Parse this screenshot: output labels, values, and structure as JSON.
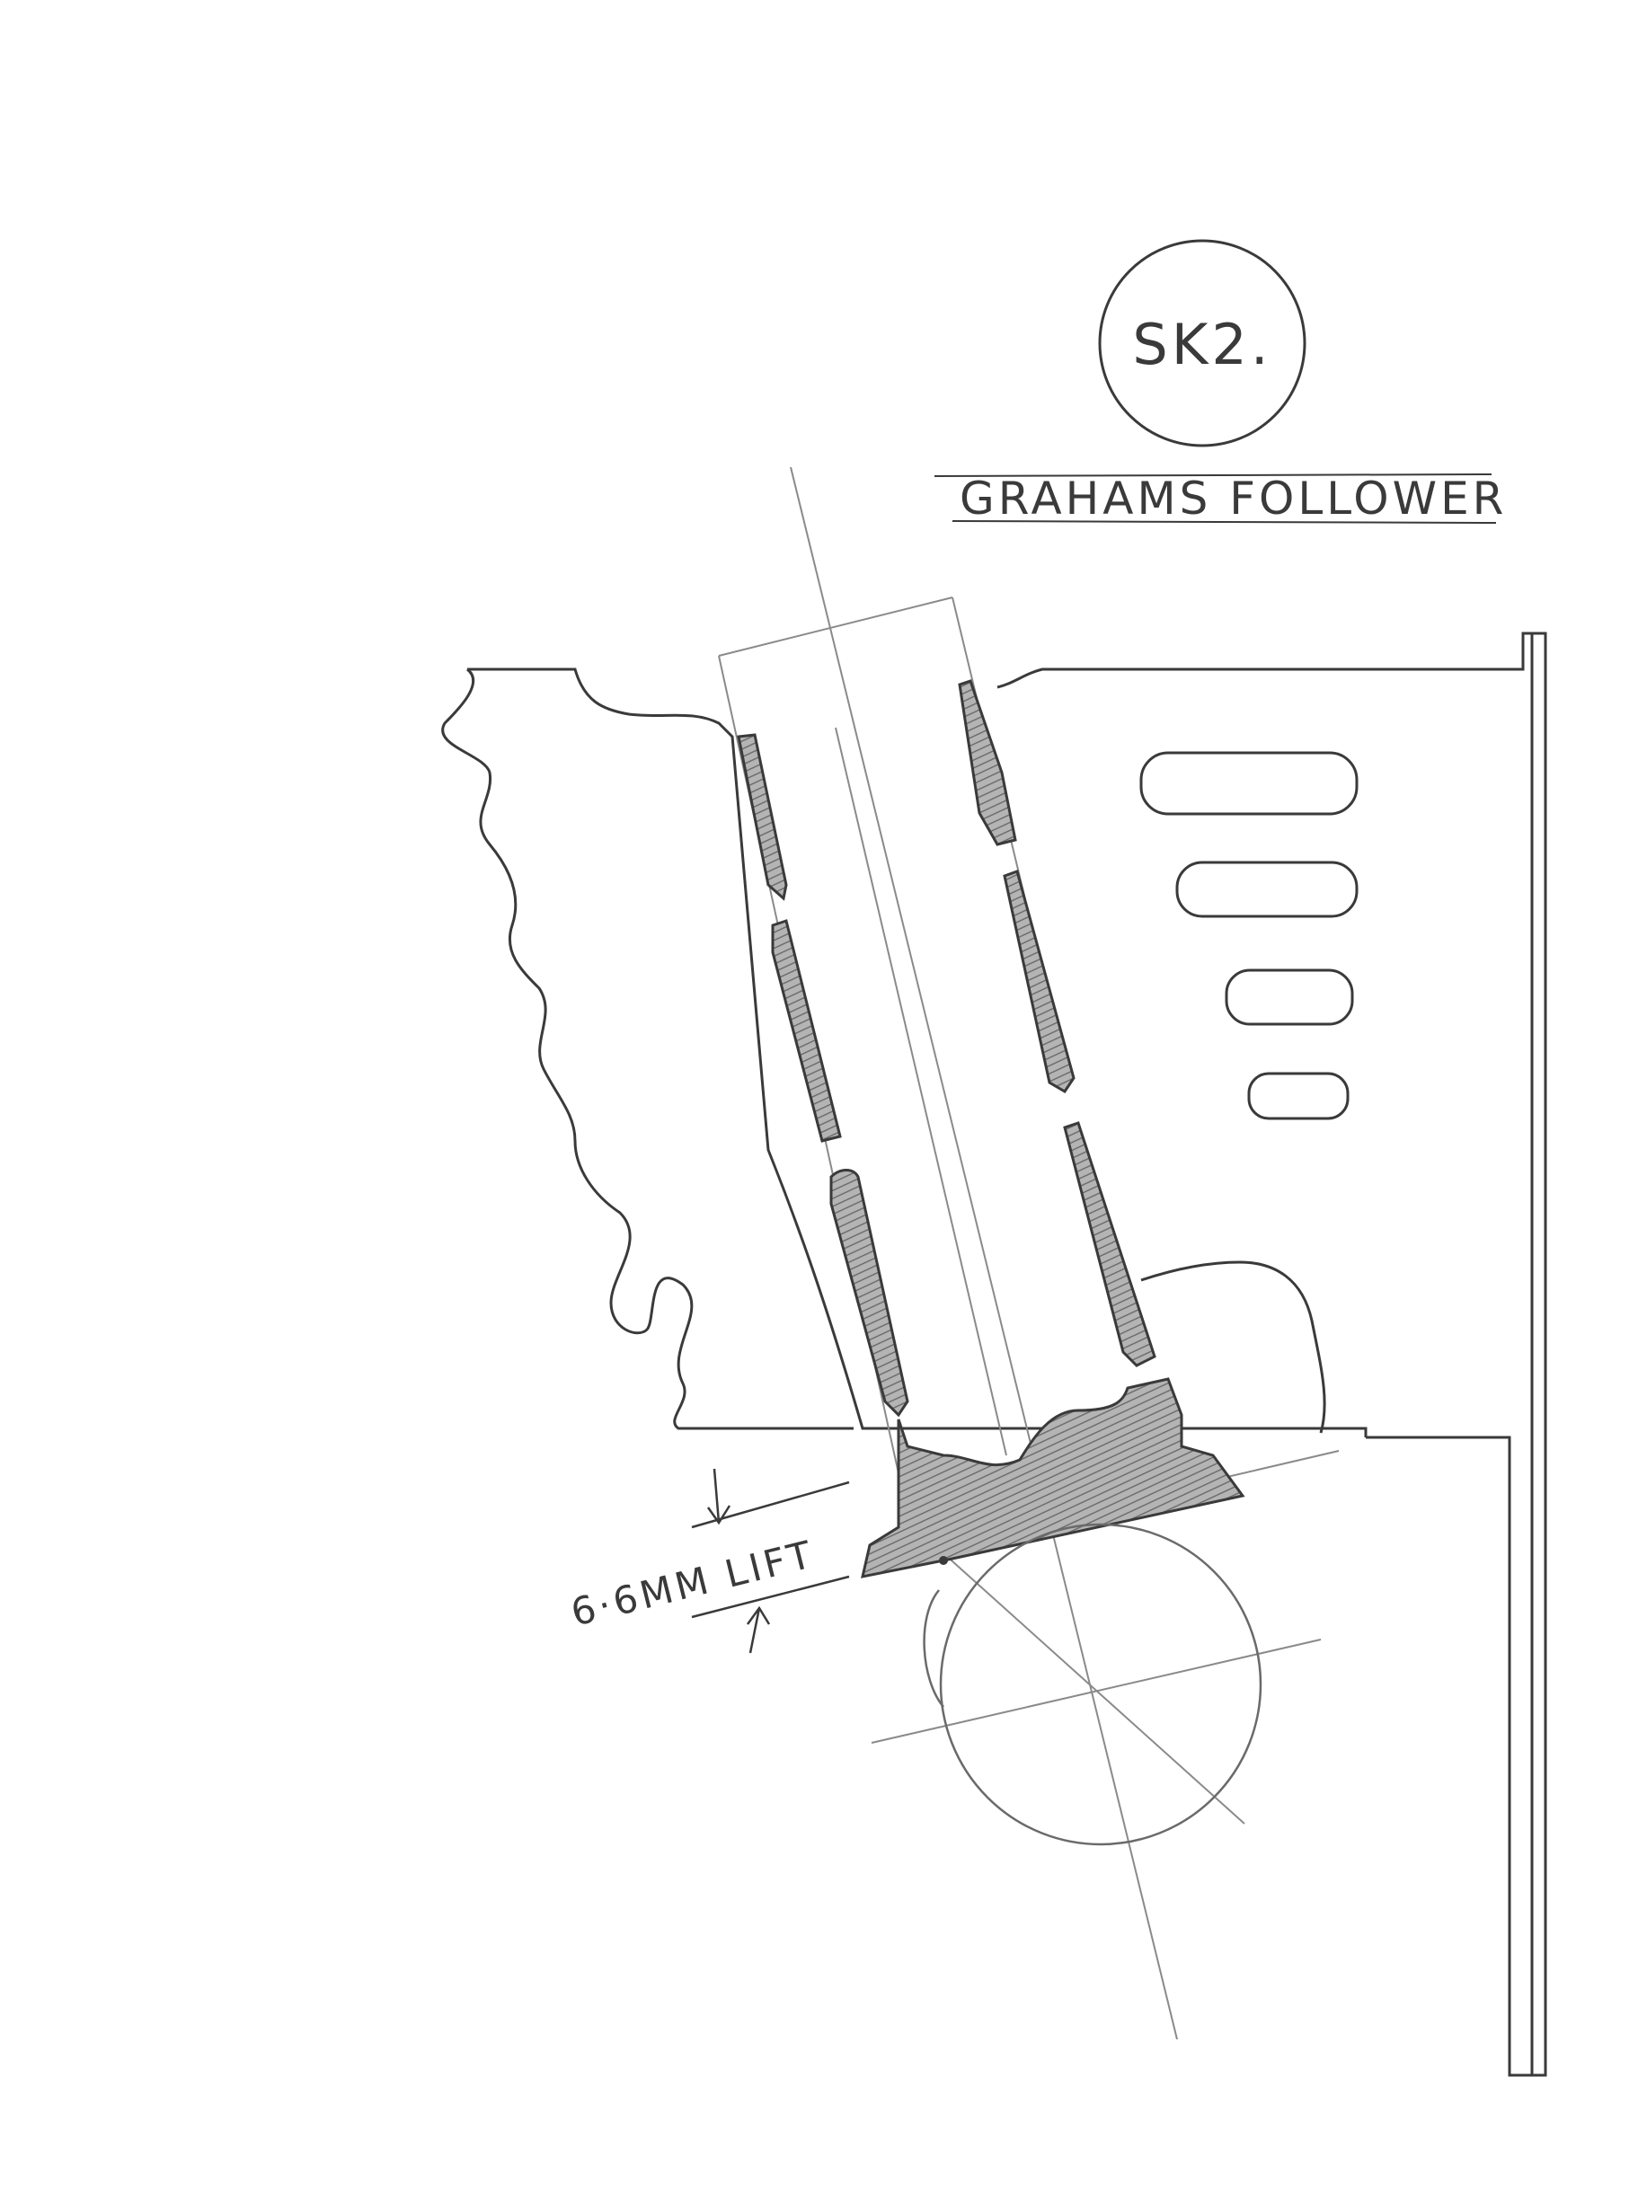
{
  "sheet": {
    "sketch_number": "SK2.",
    "title": "GRAHAMS FOLLOWER",
    "dimension_label": "6·6MM LIFT"
  },
  "colors": {
    "paper": "#ffffff",
    "pencil_line": "#3a3a3a",
    "construction_line": "#8a8a8a",
    "hatch_fill": "#9a9a9a"
  }
}
